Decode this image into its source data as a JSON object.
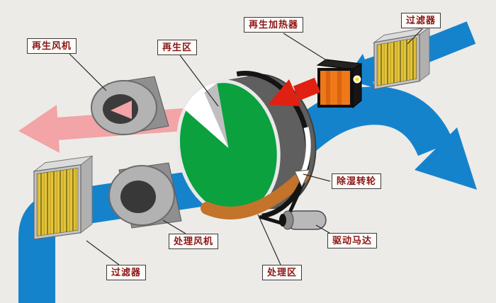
{
  "diagram": {
    "labels": {
      "regen_fan": "再生风机",
      "regen_zone": "再生区",
      "regen_heater": "再生加热器",
      "filter_top": "过滤器",
      "wheel": "除湿转轮",
      "drive_motor": "驱动马达",
      "process_zone": "处理区",
      "process_fan": "处理风机",
      "filter_bottom": "过滤器"
    },
    "colors": {
      "process_air": "#1583cc",
      "regen_exhaust": "#f2a4a6",
      "hot_air": "#e02010",
      "wheel_face": "#0aa13e",
      "wheel_sector": "#ffffff",
      "wheel_tray": "#c4732a",
      "heater_front": "#f07818",
      "filter_media": "#e5c53a",
      "metal": "#ababab",
      "background": "#ecebe7",
      "label_text": "#8c1515"
    }
  }
}
